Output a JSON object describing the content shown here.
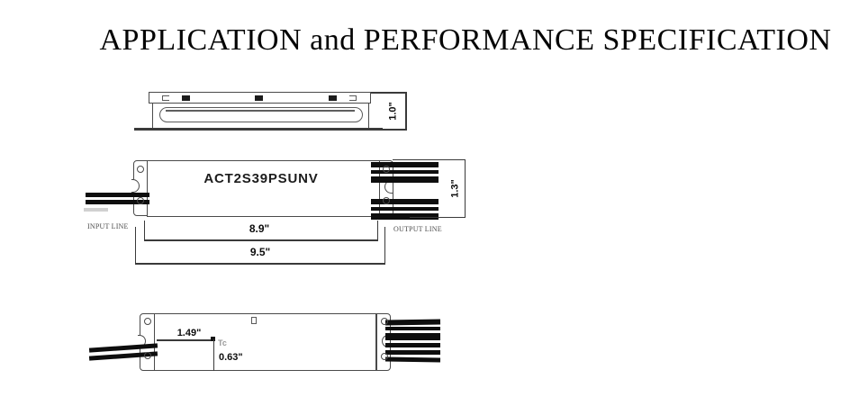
{
  "title": "APPLICATION and PERFORMANCE SPECIFICATION",
  "colors": {
    "line": "#4a4a4a",
    "wire": "#0e0e0e",
    "dim_text": "#0d0d0d",
    "muted_label": "#4d4d4d"
  },
  "side_view": {
    "height_dim": "1.0\""
  },
  "plan_view": {
    "model_label": "ACT2S39PSUNV",
    "input_line_label": "INPUT LINE",
    "output_line_label": "OUTPUT LINE",
    "inner_length_dim": "8.9\"",
    "overall_length_dim": "9.5\"",
    "height_dim": "1.3\""
  },
  "bottom_view": {
    "tc_offset_x_dim": "1.49\"",
    "tc_label": "Tc",
    "tc_offset_y_dim": "0.63\""
  }
}
